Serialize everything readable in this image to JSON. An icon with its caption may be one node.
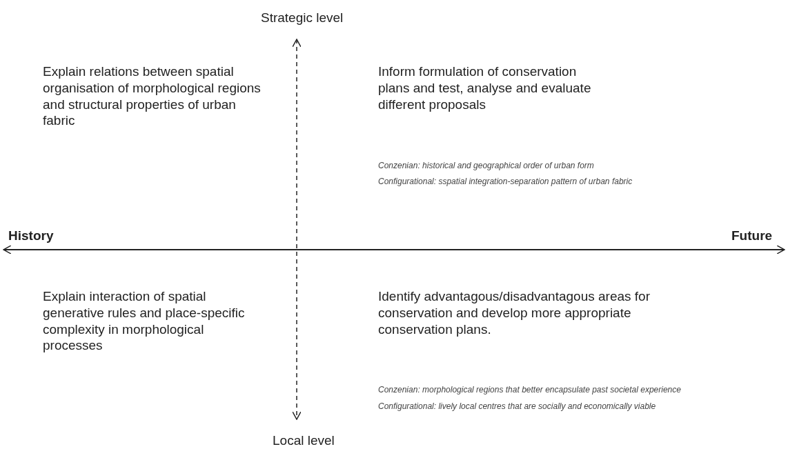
{
  "diagram": {
    "labels": [
      "Strategic level",
      "Explain relations between spatial organisation of morphological regions and structural properties of urban fabric",
      "Inform formulation of conservation plans and test, analyse and evaluate different proposals",
      "Conzenian: historical and geographical order of urban form",
      "Configurational: sspatial integration-separation pattern of urban fabric",
      "History",
      "Future",
      "Explain interaction of spatial generative rules and place-specific complexity in morphological processes",
      "Identify advantagous/disadvantagous areas for conservation and develop more appropriate conservation plans.",
      "Conzenian: morphological regions that better encapsulate past societal experience",
      "Configurational: lively local centres that are socially and economically viable",
      "Local level"
    ]
  }
}
